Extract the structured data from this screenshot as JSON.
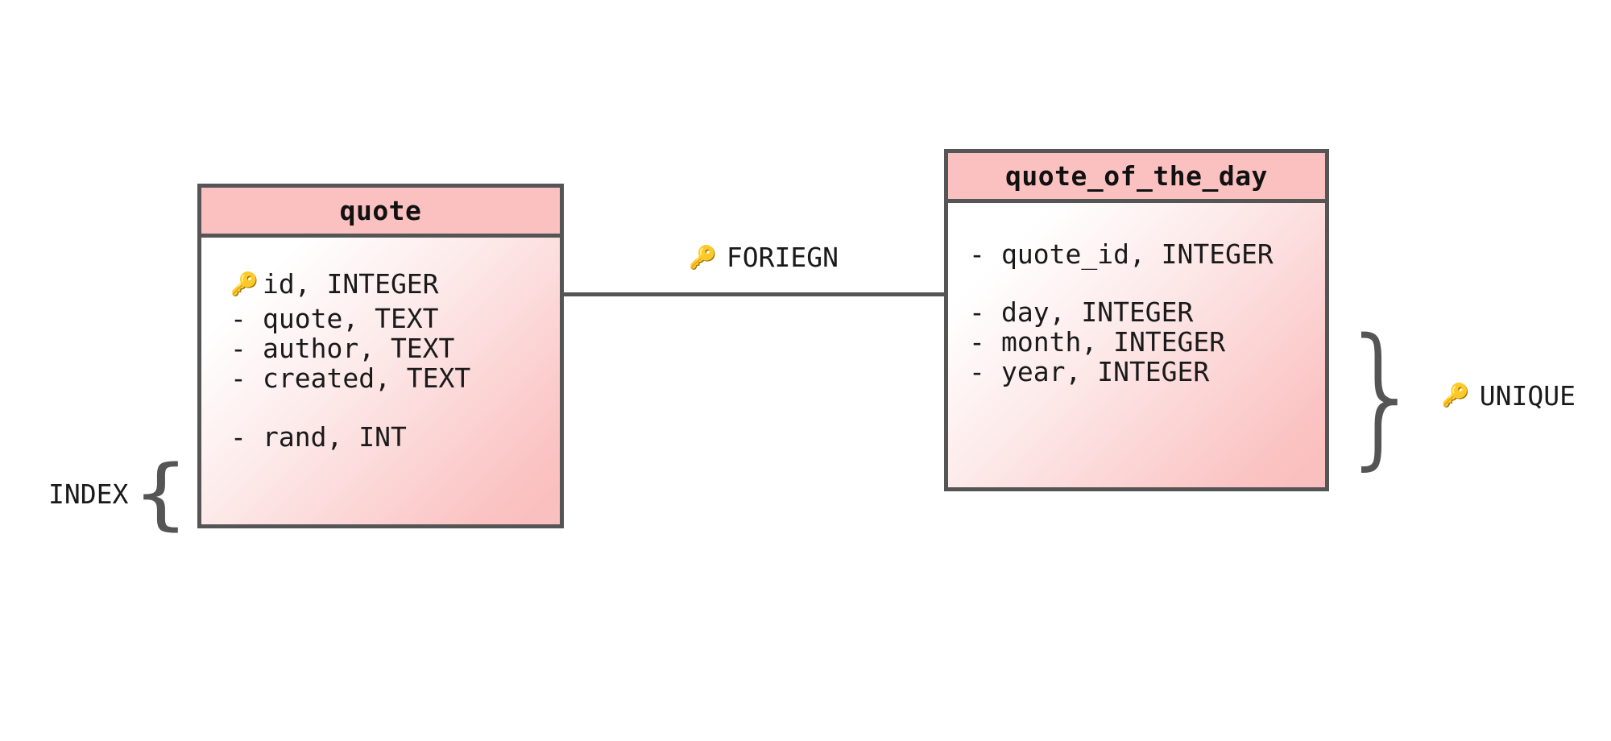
{
  "diagram": {
    "type": "entity-relationship-diagram",
    "background_color": "#ffffff",
    "border_color": "#555555",
    "header_fill": "#fbc1c1",
    "body_gradient_from": "#ffffff",
    "body_gradient_to": "#fabebe"
  },
  "tables": [
    {
      "name": "quote",
      "title": "quote",
      "fields": [
        {
          "marker": "key",
          "marker_glyph": "🔑",
          "text": "id, INTEGER"
        },
        {
          "marker": "dash",
          "marker_glyph": "-",
          "text": "quote, TEXT"
        },
        {
          "marker": "dash",
          "marker_glyph": "-",
          "text": "author, TEXT"
        },
        {
          "marker": "dash",
          "marker_glyph": "-",
          "text": "created, TEXT"
        },
        {
          "marker": "dash",
          "marker_glyph": "-",
          "text": "rand, INT"
        }
      ]
    },
    {
      "name": "quote_of_the_day",
      "title": "quote_of_the_day",
      "fields": [
        {
          "marker": "dash",
          "marker_glyph": "-",
          "text": "quote_id, INTEGER"
        },
        {
          "marker": "dash",
          "marker_glyph": "-",
          "text": "day, INTEGER"
        },
        {
          "marker": "dash",
          "marker_glyph": "-",
          "text": "month, INTEGER"
        },
        {
          "marker": "dash",
          "marker_glyph": "-",
          "text": "year, INTEGER"
        }
      ]
    }
  ],
  "relationship": {
    "label": "FORIEGN",
    "key_glyph": "🔑",
    "from_table": "quote",
    "to_table": "quote_of_the_day"
  },
  "annotations": {
    "index": {
      "label": "INDEX",
      "brace": "{",
      "targets": [
        "rand, INT"
      ]
    },
    "unique": {
      "label": "UNIQUE",
      "key_glyph": "🔑",
      "brace": "}",
      "targets": [
        "day, INTEGER",
        "month, INTEGER",
        "year, INTEGER"
      ]
    }
  }
}
